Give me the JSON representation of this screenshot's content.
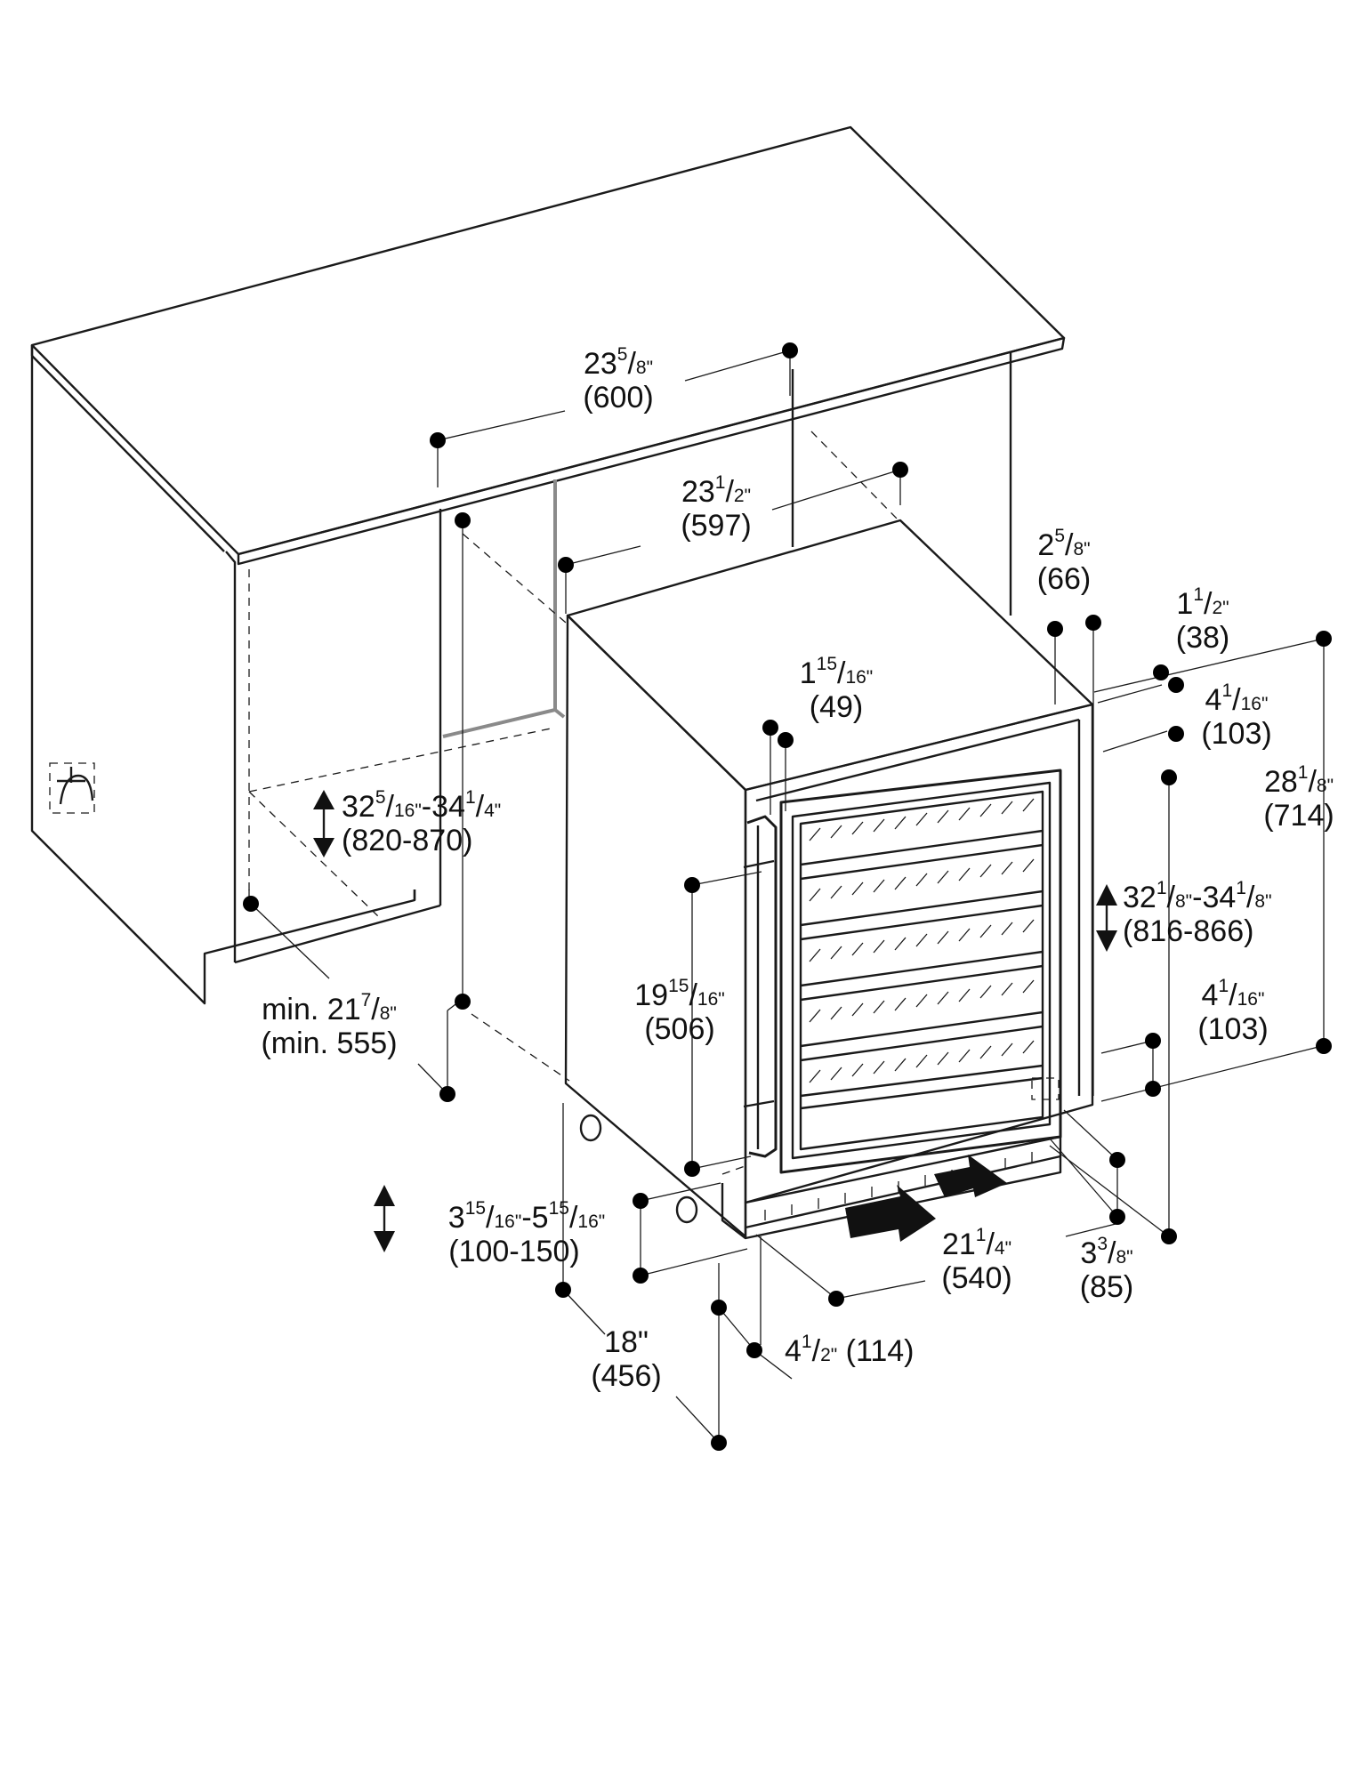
{
  "dimensions": {
    "niche_width": {
      "whole": "23",
      "num": "5",
      "den": "8\"",
      "mm": "(600)"
    },
    "appliance_width": {
      "whole": "23",
      "num": "1",
      "den": "2\"",
      "mm": "(597)"
    },
    "top_gap": {
      "whole": "2",
      "num": "5",
      "den": "8\"",
      "mm": "(66)"
    },
    "top_offset": {
      "whole": "1",
      "num": "1",
      "den": "2\"",
      "mm": "(38)"
    },
    "upper_hinge_offset": {
      "whole": "4",
      "num": "1",
      "den": "16\"",
      "mm": "(103)"
    },
    "door_thickness": {
      "whole": "1",
      "num": "15",
      "den": "16\"",
      "mm": "(49)"
    },
    "niche_height": {
      "a_whole": "32",
      "a_num": "5",
      "a_den": "16\"",
      "sep": "-",
      "b_whole": "34",
      "b_num": "1",
      "b_den": "4\"",
      "mm": "(820-870)"
    },
    "appliance_height": {
      "whole": "28",
      "num": "1",
      "den": "8\"",
      "mm": "(714)"
    },
    "height_range": {
      "a_whole": "32",
      "a_num": "1",
      "a_den": "8\"",
      "sep": "-",
      "b_whole": "34",
      "b_num": "1",
      "b_den": "8\"",
      "mm": "(816-866)"
    },
    "handle_length": {
      "whole": "19",
      "num": "15",
      "den": "16\"",
      "mm": "(506)"
    },
    "min_depth": {
      "prefix": "min. ",
      "whole": "21",
      "num": "7",
      "den": "8\"",
      "mm": "(min. 555)"
    },
    "lower_hinge_offset": {
      "whole": "4",
      "num": "1",
      "den": "16\"",
      "mm": "(103)"
    },
    "plinth_height": {
      "a_whole": "3",
      "a_num": "15",
      "a_den": "16\"",
      "sep": "-",
      "b_whole": "5",
      "b_num": "15",
      "b_den": "16\"",
      "mm": "(100-150)"
    },
    "appliance_depth": {
      "whole": "21",
      "num": "1",
      "den": "4\"",
      "mm": "(540)"
    },
    "vent_depth": {
      "whole": "3",
      "num": "3",
      "den": "8\"",
      "mm": "(85)"
    },
    "depth_18": {
      "whole": "18\"",
      "mm": "(456)"
    },
    "plinth_depth": {
      "whole": "4",
      "num": "1",
      "den": "2\"",
      "mm": "(114)"
    }
  },
  "icons": [
    "socket-icon",
    "airflow-in-arrow-icon",
    "airflow-out-arrow-icon",
    "adjust-arrow-icon"
  ]
}
